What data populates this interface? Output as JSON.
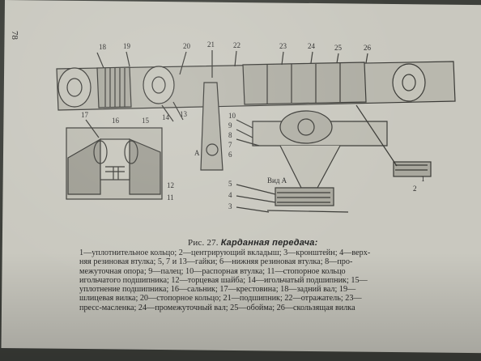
{
  "page_number": "78",
  "figure": {
    "caption_prefix": "Рис. 27.",
    "caption_title": "Карданная передача:",
    "view_label": "A",
    "view_label_2": "Вид A",
    "callouts": {
      "n1": "1",
      "n2": "2",
      "n3": "3",
      "n4": "4",
      "n5": "5",
      "n6": "6",
      "n7": "7",
      "n8": "8",
      "n9": "9",
      "n10": "10",
      "n11": "11",
      "n12": "12",
      "n13": "13",
      "n14": "14",
      "n15": "15",
      "n16": "16",
      "n17": "17",
      "n18": "18",
      "n19": "19",
      "n20": "20",
      "n21": "21",
      "n22": "22",
      "n23": "23",
      "n24": "24",
      "n25": "25",
      "n26": "26"
    }
  },
  "legend_lines": [
    "1—уплотнительное кольцо; 2—центрирующий вкладыш; 3—кронштейн; 4—верх-",
    "няя резиновая втулка; 5, 7 и 13—гайки; 6—нижняя резиновая втулка; 8—про-",
    "межуточная опора; 9—палец; 10—распорная втулка; 11—стопорное кольцо",
    "игольчатого подшипника; 12—торцевая шайба; 14—игольчатый подшипник; 15—",
    "уплотнение подшипника; 16—сальник; 17—крестовина; 18—задний вал; 19—",
    "шлицевая вилка; 20—стопорное кольцо; 21—подшипник; 22—отражатель; 23—",
    "пресс-масленка; 24—промежуточный вал; 25—обойма; 26—скользящая вилка"
  ]
}
